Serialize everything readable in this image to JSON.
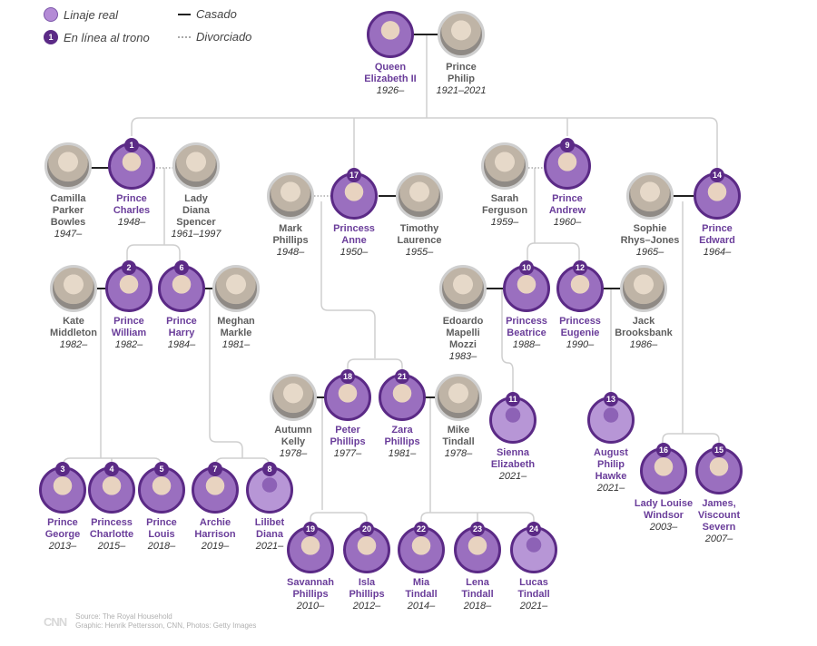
{
  "legend": {
    "royal_lineage": "Linaje real",
    "in_line": "En línea al trono",
    "in_line_example_number": "1",
    "married": "Casado",
    "divorced": "Divorciado"
  },
  "colors": {
    "royal_purple": "#5b2a86",
    "royal_text": "#6a3d9a",
    "spouse_text": "#5e5e5e",
    "line_gray": "#cfcfcf",
    "married_line": "#222222"
  },
  "people": [
    {
      "id": "elizabeth",
      "line1": "Queen",
      "line2": "Elizabeth II",
      "line3": "",
      "years": "1926–",
      "royal": true,
      "rank": ""
    },
    {
      "id": "philip",
      "line1": "Prince",
      "line2": "Philip",
      "line3": "",
      "years": "1921–2021",
      "royal": false,
      "rank": ""
    },
    {
      "id": "camilla",
      "line1": "Camilla",
      "line2": "Parker",
      "line3": "Bowles",
      "years": "1947–",
      "royal": false,
      "rank": ""
    },
    {
      "id": "charles",
      "line1": "Prince",
      "line2": "Charles",
      "line3": "",
      "years": "1948–",
      "royal": true,
      "rank": "1"
    },
    {
      "id": "diana",
      "line1": "Lady",
      "line2": "Diana",
      "line3": "Spencer",
      "years": "1961–1997",
      "royal": false,
      "rank": ""
    },
    {
      "id": "mark",
      "line1": "Mark",
      "line2": "Phillips",
      "line3": "",
      "years": "1948–",
      "royal": false,
      "rank": ""
    },
    {
      "id": "anne",
      "line1": "Princess",
      "line2": "Anne",
      "line3": "",
      "years": "1950–",
      "royal": true,
      "rank": "17"
    },
    {
      "id": "timothy",
      "line1": "Timothy",
      "line2": "Laurence",
      "line3": "",
      "years": "1955–",
      "royal": false,
      "rank": ""
    },
    {
      "id": "sarah",
      "line1": "Sarah",
      "line2": "Ferguson",
      "line3": "",
      "years": "1959–",
      "royal": false,
      "rank": ""
    },
    {
      "id": "andrew",
      "line1": "Prince",
      "line2": "Andrew",
      "line3": "",
      "years": "1960–",
      "royal": true,
      "rank": "9"
    },
    {
      "id": "sophie",
      "line1": "Sophie",
      "line2": "Rhys–Jones",
      "line3": "",
      "years": "1965–",
      "royal": false,
      "rank": ""
    },
    {
      "id": "edward",
      "line1": "Prince",
      "line2": "Edward",
      "line3": "",
      "years": "1964–",
      "royal": true,
      "rank": "14"
    },
    {
      "id": "kate",
      "line1": "Kate",
      "line2": "Middleton",
      "line3": "",
      "years": "1982–",
      "royal": false,
      "rank": ""
    },
    {
      "id": "william",
      "line1": "Prince",
      "line2": "William",
      "line3": "",
      "years": "1982–",
      "royal": true,
      "rank": "2"
    },
    {
      "id": "harry",
      "line1": "Prince",
      "line2": "Harry",
      "line3": "",
      "years": "1984–",
      "royal": true,
      "rank": "6"
    },
    {
      "id": "meghan",
      "line1": "Meghan",
      "line2": "Markle",
      "line3": "",
      "years": "1981–",
      "royal": false,
      "rank": ""
    },
    {
      "id": "edoardo",
      "line1": "Edoardo",
      "line2": "Mapelli",
      "line3": "Mozzi",
      "years": "1983–",
      "royal": false,
      "rank": ""
    },
    {
      "id": "beatrice",
      "line1": "Princess",
      "line2": "Beatrice",
      "line3": "",
      "years": "1988–",
      "royal": true,
      "rank": "10"
    },
    {
      "id": "eugenie",
      "line1": "Princess",
      "line2": "Eugenie",
      "line3": "",
      "years": "1990–",
      "royal": true,
      "rank": "12"
    },
    {
      "id": "jack",
      "line1": "Jack",
      "line2": "Brooksbank",
      "line3": "",
      "years": "1986–",
      "royal": false,
      "rank": ""
    },
    {
      "id": "autumn",
      "line1": "Autumn",
      "line2": "Kelly",
      "line3": "",
      "years": "1978–",
      "royal": false,
      "rank": ""
    },
    {
      "id": "peter",
      "line1": "Peter",
      "line2": "Phillips",
      "line3": "",
      "years": "1977–",
      "royal": true,
      "rank": "18"
    },
    {
      "id": "zara",
      "line1": "Zara",
      "line2": "Phillips",
      "line3": "",
      "years": "1981–",
      "royal": true,
      "rank": "21"
    },
    {
      "id": "mike",
      "line1": "Mike",
      "line2": "Tindall",
      "line3": "",
      "years": "1978–",
      "royal": false,
      "rank": ""
    },
    {
      "id": "sienna",
      "line1": "Sienna",
      "line2": "Elizabeth",
      "line3": "",
      "years": "2021–",
      "royal": true,
      "rank": "11",
      "silhouette": true
    },
    {
      "id": "august",
      "line1": "August",
      "line2": "Philip",
      "line3": "Hawke",
      "years": "2021–",
      "royal": true,
      "rank": "13",
      "silhouette": true
    },
    {
      "id": "louise",
      "line1": "Lady Louise",
      "line2": "Windsor",
      "line3": "",
      "years": "2003–",
      "royal": true,
      "rank": "16"
    },
    {
      "id": "james",
      "line1": "James,",
      "line2": "Viscount",
      "line3": "Severn",
      "years": "2007–",
      "royal": true,
      "rank": "15"
    },
    {
      "id": "george",
      "line1": "Prince",
      "line2": "George",
      "line3": "",
      "years": "2013–",
      "royal": true,
      "rank": "3"
    },
    {
      "id": "charlotte",
      "line1": "Princess",
      "line2": "Charlotte",
      "line3": "",
      "years": "2015–",
      "royal": true,
      "rank": "4"
    },
    {
      "id": "louis",
      "line1": "Prince",
      "line2": "Louis",
      "line3": "",
      "years": "2018–",
      "royal": true,
      "rank": "5"
    },
    {
      "id": "archie",
      "line1": "Archie",
      "line2": "Harrison",
      "line3": "",
      "years": "2019–",
      "royal": true,
      "rank": "7"
    },
    {
      "id": "lilibet",
      "line1": "Lilibet",
      "line2": "Diana",
      "line3": "",
      "years": "2021–",
      "royal": true,
      "rank": "8",
      "silhouette": true
    },
    {
      "id": "savannah",
      "line1": "Savannah",
      "line2": "Phillips",
      "line3": "",
      "years": "2010–",
      "royal": true,
      "rank": "19"
    },
    {
      "id": "isla",
      "line1": "Isla",
      "line2": "Phillips",
      "line3": "",
      "years": "2012–",
      "royal": true,
      "rank": "20"
    },
    {
      "id": "mia",
      "line1": "Mia",
      "line2": "Tindall",
      "line3": "",
      "years": "2014–",
      "royal": true,
      "rank": "22"
    },
    {
      "id": "lena",
      "line1": "Lena",
      "line2": "Tindall",
      "line3": "",
      "years": "2018–",
      "royal": true,
      "rank": "23"
    },
    {
      "id": "lucas",
      "line1": "Lucas",
      "line2": "Tindall",
      "line3": "",
      "years": "2021–",
      "royal": true,
      "rank": "24",
      "silhouette": true
    }
  ],
  "footer": {
    "logo": "CNN",
    "source": "Source: The Royal Household",
    "credit": "Graphic: Henrik Pettersson, CNN, Photos: Getty Images"
  }
}
